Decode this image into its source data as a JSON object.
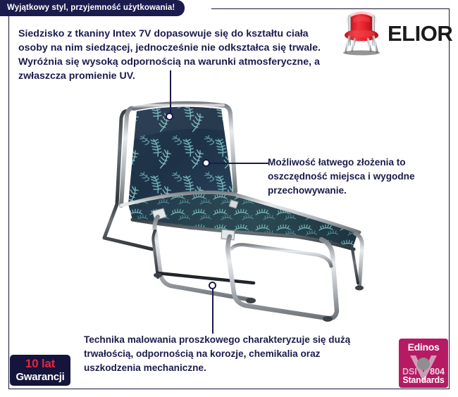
{
  "banner": {
    "text": "Wyjątkowy styl, przyjemność użytkowania!"
  },
  "brand": {
    "name": "ELIOR",
    "logo_icon": "red-chair-icon",
    "chair_color": "#ee2d37",
    "frame_color": "#c8ccd0"
  },
  "description": {
    "text": "Siedzisko z tkaniny Intex 7V dopasowuje się do kształtu ciała osoby na nim siedzącej, jednocześnie nie odkształca się trwale. Wyróżnia się wysoką odpornością na warunki atmosferyczne, a zwłaszcza promienie UV."
  },
  "callouts": [
    {
      "id": "fabric-top-marker",
      "text": ""
    },
    {
      "id": "folding",
      "text": "Możliwość łatwego złożenia to oszczędność miejsca i wygodne przechowywanie."
    },
    {
      "id": "powder-coating",
      "text": "Technika malowania proszkowego charakteryzuje się dużą trwałością, odpornością na korozje, chemikalia oraz uszkodzenia mechaniczne."
    }
  ],
  "product": {
    "name": "folding-sun-lounger",
    "fabric_base_color": "#22374f",
    "fabric_leaf_color": "#6fb3b8",
    "frame_color": "#b9bdc2"
  },
  "warranty_badge": {
    "line1": "10 lat",
    "line2": "Gwarancji",
    "accent_color": "#e8253c",
    "background_color": "#14143c"
  },
  "certificate_badge": {
    "title": "Edinos",
    "code_left": "DSI",
    "code_right": "804",
    "subtitle": "Standards",
    "background_color": "#b51a63"
  },
  "theme": {
    "navy": "#1b1b4d",
    "white": "#ffffff"
  }
}
